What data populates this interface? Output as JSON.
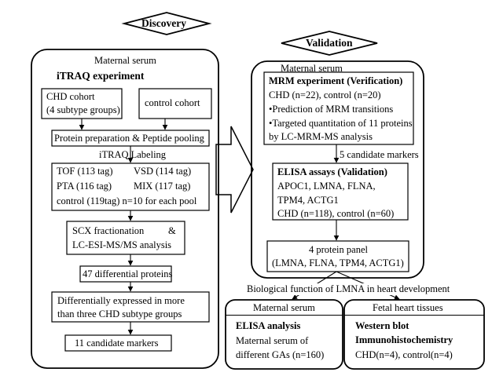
{
  "discovery": {
    "label": "Discovery",
    "maternal_serum": "Maternal serum",
    "itraq_title": "iTRAQ experiment",
    "chd_cohort": [
      "CHD cohort",
      "(4 subtype groups)"
    ],
    "control_cohort": "control cohort",
    "protein_prep": "Protein preparation & Peptide pooling",
    "itraq_labeling": "iTRAQ Labeling",
    "tags": {
      "tof": "TOF (113 tag)",
      "vsd": "VSD (114 tag)",
      "pta": "PTA (116 tag)",
      "mix": "MIX (117 tag)",
      "control": "control (119tag) n=10 for each pool"
    },
    "scx": [
      "SCX fractionation",
      "&",
      "LC-ESI-MS/MS analysis"
    ],
    "differential": "47 differential proteins",
    "diff_expressed": [
      "Differentially expressed in more",
      "than three CHD subtype groups"
    ],
    "candidates": "11 candidate markers"
  },
  "validation": {
    "label": "Validation",
    "maternal_serum": "Maternal serum",
    "mrm_title": "MRM experiment (Verification)",
    "mrm_lines": [
      "CHD (n=22), control (n=20)",
      "•Prediction of MRM transitions",
      "•Targeted quantitation of 11 proteins",
      "by LC-MRM-MS analysis"
    ],
    "five_markers": "5 candidate markers",
    "elisa_title": "ELISA assays (Validation)",
    "elisa_lines": [
      "APOC1, LMNA, FLNA,",
      "TPM4, ACTG1",
      "CHD (n=118), control (n=60)"
    ],
    "panel_lines": [
      "4 protein panel",
      "(LMNA, FLNA, TPM4, ACTG1)"
    ]
  },
  "biological_function": "Biological function of LMNA in heart development",
  "maternal_panel": {
    "header": "Maternal serum",
    "title": "ELISA analysis",
    "lines": [
      "Maternal serum of",
      "different GAs (n=160)"
    ]
  },
  "fetal_panel": {
    "header": "Fetal heart tissues",
    "title_lines": [
      "Western blot",
      "Immunohistochemistry"
    ],
    "line": "CHD(n=4), control(n=4)"
  }
}
